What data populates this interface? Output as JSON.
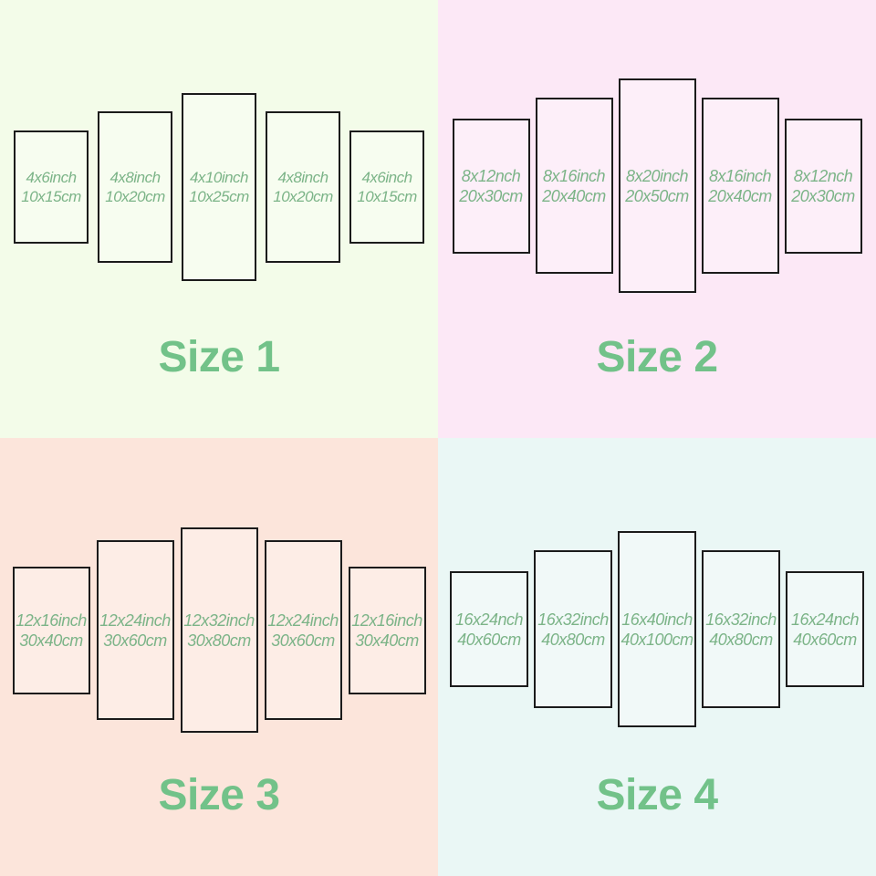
{
  "colors": {
    "title_green": "#72c289",
    "label_green": "#7cb488",
    "panel_border": "#1b1b1b",
    "size1_bg": "#f3fce9",
    "size2_bg": "#fce8f6",
    "size3_bg": "#fce5db",
    "size4_bg": "#eaf7f5"
  },
  "quadrants": [
    {
      "title": "Size 1",
      "bg": "#f3fce9",
      "panels": [
        {
          "inch": "4x6inch",
          "cm": "10x15cm"
        },
        {
          "inch": "4x8inch",
          "cm": "10x20cm"
        },
        {
          "inch": "4x10inch",
          "cm": "10x25cm"
        },
        {
          "inch": "4x8inch",
          "cm": "10x20cm"
        },
        {
          "inch": "4x6inch",
          "cm": "10x15cm"
        }
      ]
    },
    {
      "title": "Size 2",
      "bg": "#fce8f6",
      "panels": [
        {
          "inch": "8x12nch",
          "cm": "20x30cm"
        },
        {
          "inch": "8x16inch",
          "cm": "20x40cm"
        },
        {
          "inch": "8x20inch",
          "cm": "20x50cm"
        },
        {
          "inch": "8x16inch",
          "cm": "20x40cm"
        },
        {
          "inch": "8x12nch",
          "cm": "20x30cm"
        }
      ]
    },
    {
      "title": "Size 3",
      "bg": "#fce5db",
      "panels": [
        {
          "inch": "12x16inch",
          "cm": "30x40cm"
        },
        {
          "inch": "12x24inch",
          "cm": "30x60cm"
        },
        {
          "inch": "12x32inch",
          "cm": "30x80cm"
        },
        {
          "inch": "12x24inch",
          "cm": "30x60cm"
        },
        {
          "inch": "12x16inch",
          "cm": "30x40cm"
        }
      ]
    },
    {
      "title": "Size 4",
      "bg": "#eaf7f5",
      "panels": [
        {
          "inch": "16x24nch",
          "cm": "40x60cm"
        },
        {
          "inch": "16x32inch",
          "cm": "40x80cm"
        },
        {
          "inch": "16x40inch",
          "cm": "40x100cm"
        },
        {
          "inch": "16x32inch",
          "cm": "40x80cm"
        },
        {
          "inch": "16x24nch",
          "cm": "40x60cm"
        }
      ]
    }
  ]
}
